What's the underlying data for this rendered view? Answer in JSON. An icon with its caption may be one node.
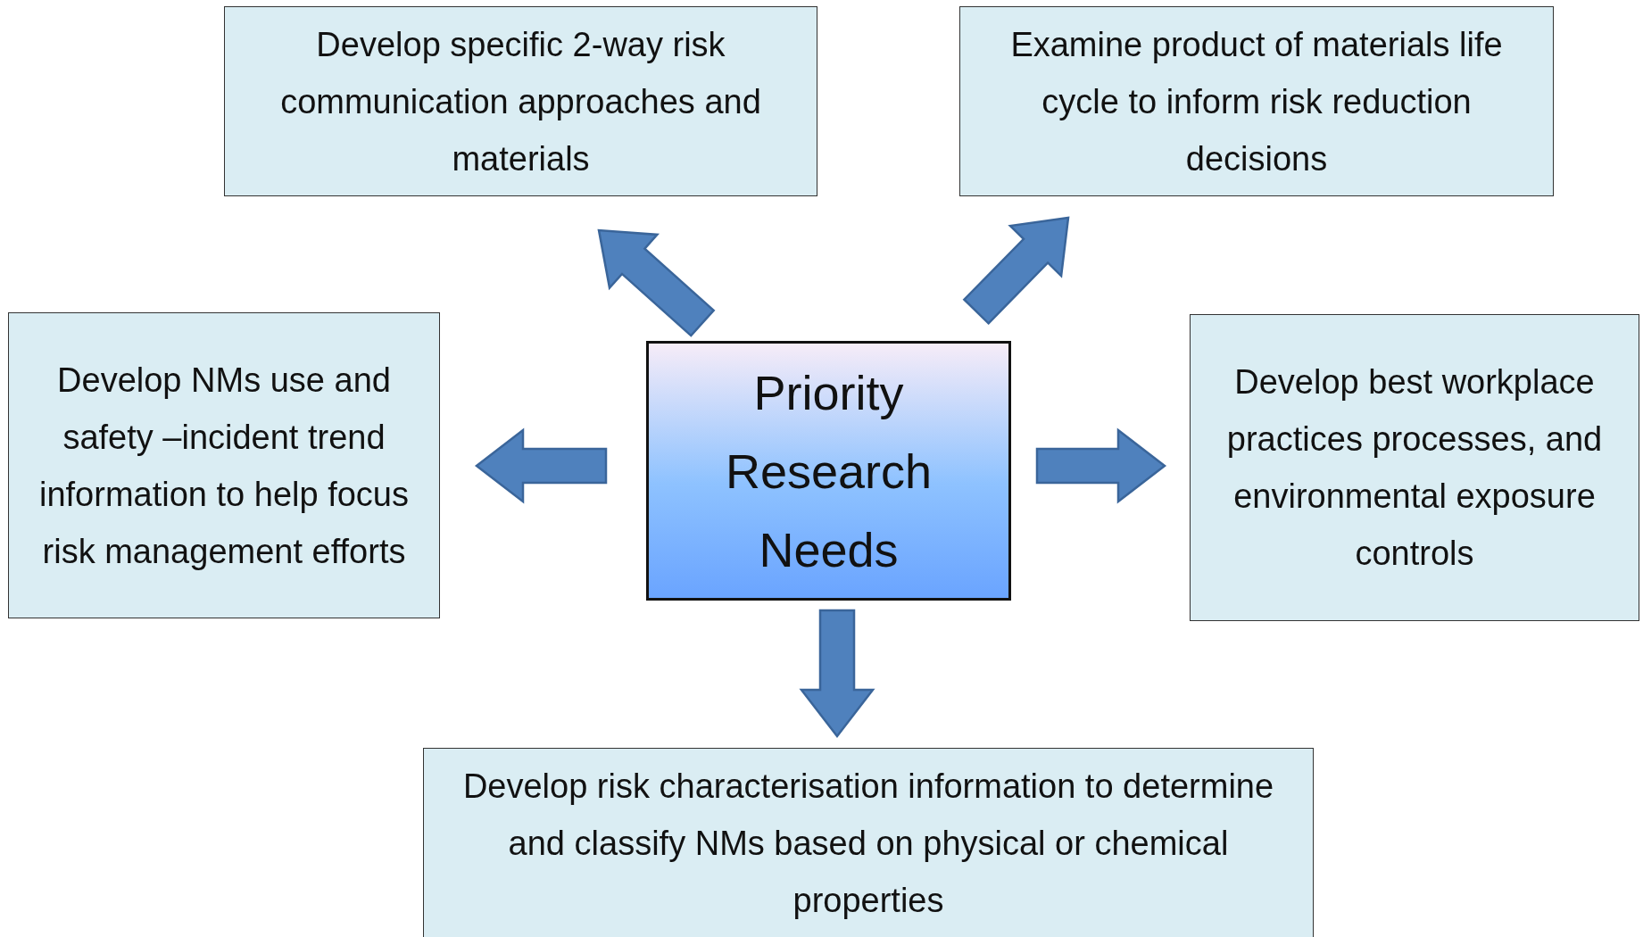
{
  "diagram": {
    "nodes": [
      {
        "text": [
          "Develop specific 2-way risk communication approaches and materials"
        ]
      },
      {
        "text": [
          "Examine product of materials life cycle to inform risk reduction decisions"
        ]
      },
      {
        "text": [
          "Develop NMs use and safety –incident trend information to help focus risk management efforts"
        ]
      },
      {
        "text": [
          "Priority Research Needs"
        ]
      },
      {
        "text": [
          "Develop best workplace practices processes, and environmental exposure controls"
        ]
      },
      {
        "text": [
          "Develop risk characterisation information to determine and classify NMs based on physical or chemical properties"
        ]
      }
    ],
    "edges": [
      {
        "from": 3,
        "to": 0,
        "arrow": "to"
      },
      {
        "from": 3,
        "to": 1,
        "arrow": "to"
      },
      {
        "from": 3,
        "to": 2,
        "arrow": "to"
      },
      {
        "from": 3,
        "to": 4,
        "arrow": "to"
      },
      {
        "from": 3,
        "to": 5,
        "arrow": "to"
      }
    ]
  }
}
